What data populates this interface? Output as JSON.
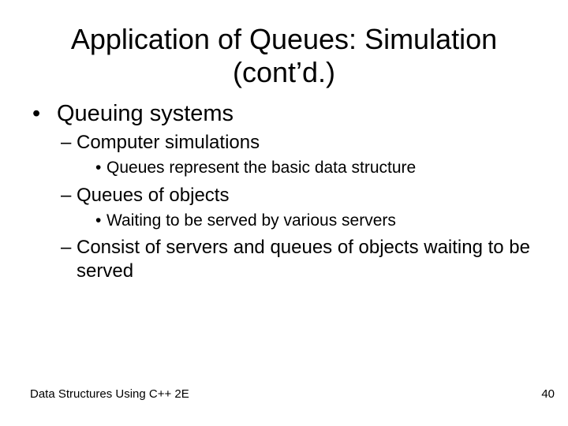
{
  "slide": {
    "title_line1": "Application of Queues: Simulation",
    "title_line2": "(cont’d.)",
    "bullets": [
      {
        "level": 1,
        "marker": "•",
        "text": "Queuing systems"
      },
      {
        "level": 2,
        "marker": "–",
        "text": "Computer simulations"
      },
      {
        "level": 3,
        "marker": "•",
        "text": "Queues represent the basic data structure"
      },
      {
        "level": 2,
        "marker": "–",
        "text": "Queues of objects"
      },
      {
        "level": 3,
        "marker": "•",
        "text": "Waiting to be served by various servers"
      },
      {
        "level": 2,
        "marker": "–",
        "text": "Consist of servers and queues of objects waiting to be served"
      }
    ],
    "footer": {
      "book_title": "Data Structures Using C++ 2E",
      "page_number": "40"
    },
    "colors": {
      "background": "#ffffff",
      "text": "#000000"
    }
  }
}
